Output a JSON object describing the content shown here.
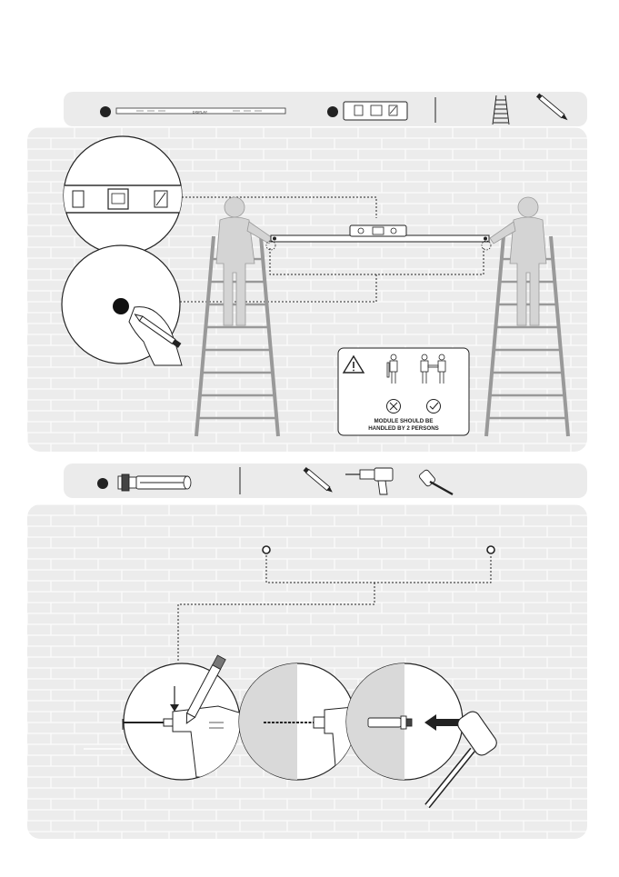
{
  "step1": {
    "parts_bar": {
      "level_bar_marking": "DISPLAY"
    },
    "warning": {
      "line1": "MODULE SHOULD BE",
      "line2": "HANDLED BY 2 PERSONS"
    }
  },
  "step2": {
    "parts_bar": {}
  },
  "icons": [
    "level-icon",
    "ladder-icon",
    "pencil-icon",
    "anchor-bolt-icon",
    "drill-icon",
    "mallet-icon",
    "warning-icon",
    "cross-icon",
    "check-icon"
  ]
}
